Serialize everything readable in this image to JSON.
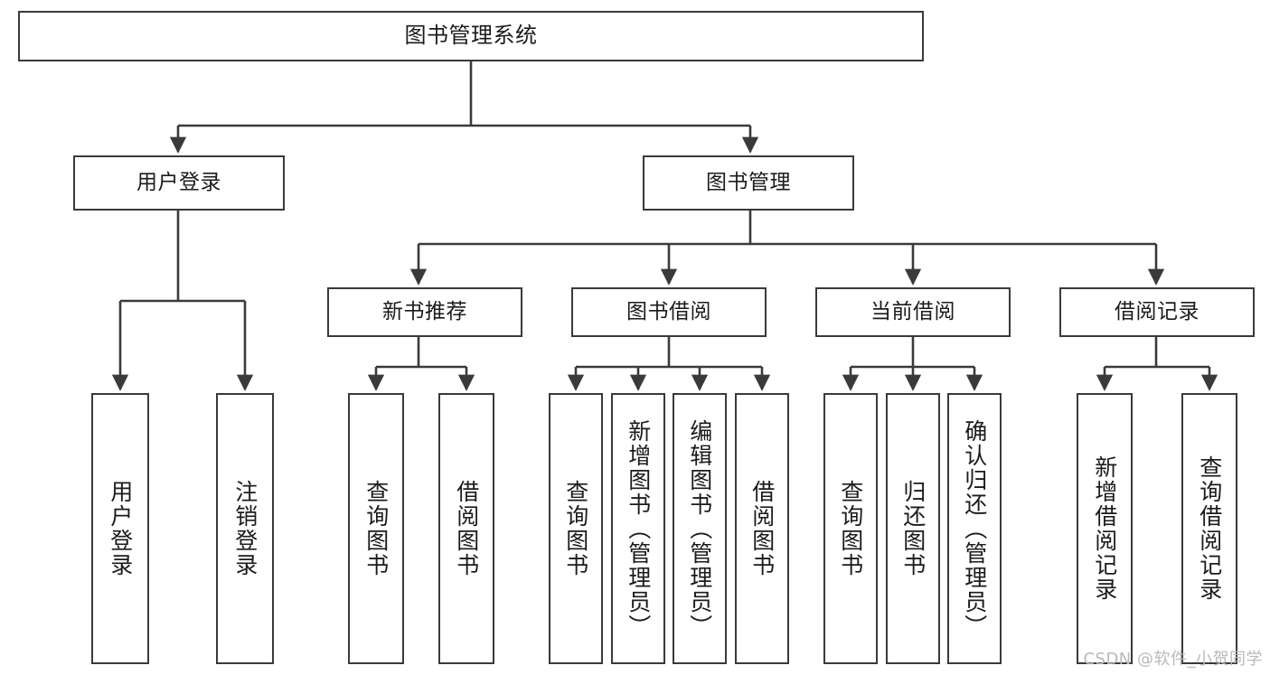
{
  "diagram": {
    "title": "图书管理系统",
    "type": "tree-hierarchy-diagram",
    "orientation": "top-down",
    "colors": {
      "box_border": "#3a3a3a",
      "box_fill": "#ffffff",
      "edge": "#3a3a3a",
      "text": "#1b1b1b",
      "watermark": "#b9b9b9",
      "background": "#ffffff"
    }
  },
  "nodes": {
    "root": {
      "label": "图书管理系统"
    },
    "level2": [
      {
        "label": "用户登录"
      },
      {
        "label": "图书管理"
      }
    ],
    "level3": [
      {
        "label": "新书推荐"
      },
      {
        "label": "图书借阅"
      },
      {
        "label": "当前借阅"
      },
      {
        "label": "借阅记录"
      }
    ],
    "leaves": {
      "user_login": [
        {
          "label": "用户登录"
        },
        {
          "label": "注销登录"
        }
      ],
      "new_book_recommend": [
        {
          "label": "查询图书"
        },
        {
          "label": "借阅图书"
        }
      ],
      "book_borrow": [
        {
          "label": "查询图书"
        },
        {
          "label": "新增图书（管理员）"
        },
        {
          "label": "编辑图书（管理员）"
        },
        {
          "label": "借阅图书"
        }
      ],
      "current_borrow": [
        {
          "label": "查询图书"
        },
        {
          "label": "归还图书"
        },
        {
          "label": "确认归还（管理员）"
        }
      ],
      "borrow_record": [
        {
          "label": "新增借阅记录"
        },
        {
          "label": "查询借阅记录"
        }
      ]
    }
  },
  "watermark": {
    "text": "CSDN @软件_小贺同学"
  }
}
